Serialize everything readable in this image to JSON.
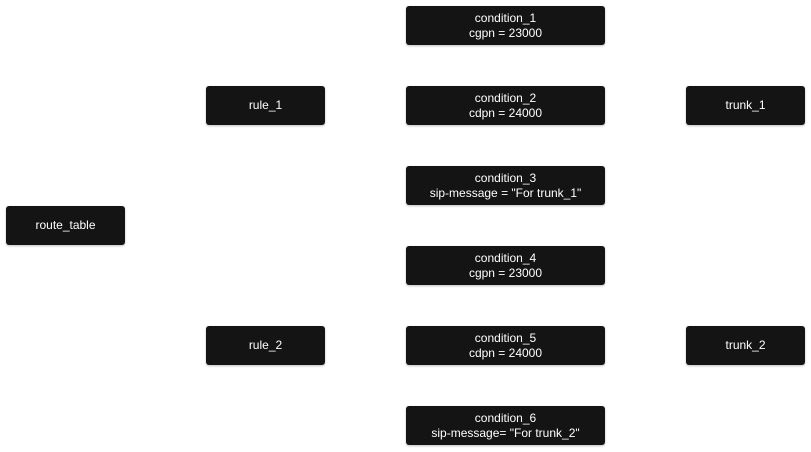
{
  "nodes": {
    "route_table": {
      "label": "route_table"
    },
    "rule_1": {
      "label": "rule_1"
    },
    "rule_2": {
      "label": "rule_2"
    },
    "condition_1": {
      "title": "condition_1",
      "expr": "cgpn = 23000"
    },
    "condition_2": {
      "title": "condition_2",
      "expr": "cdpn = 24000"
    },
    "condition_3": {
      "title": "condition_3",
      "expr": "sip-message = \"For trunk_1\""
    },
    "condition_4": {
      "title": "condition_4",
      "expr": "cgpn = 23000"
    },
    "condition_5": {
      "title": "condition_5",
      "expr": "cdpn = 24000"
    },
    "condition_6": {
      "title": "condition_6",
      "expr": "sip-message= \"For trunk_2\""
    },
    "trunk_1": {
      "label": "trunk_1"
    },
    "trunk_2": {
      "label": "trunk_2"
    }
  },
  "colors": {
    "node_fill": "#141414",
    "node_text": "#ffffff",
    "background": "#ffffff"
  }
}
